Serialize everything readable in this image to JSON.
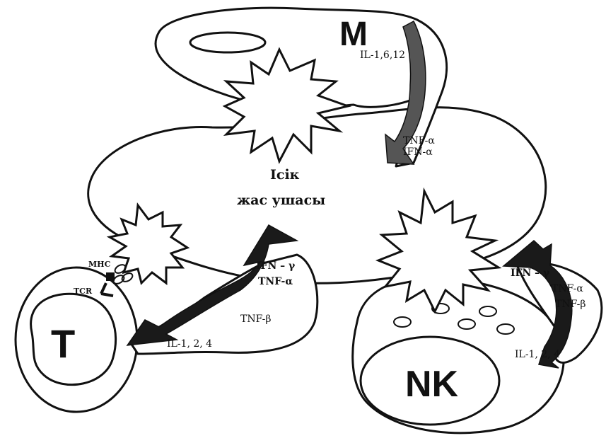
{
  "tumor_label_line1": "Ісік",
  "tumor_label_line2": "жас ушасы",
  "macrophage": {
    "letter": "M",
    "cytokines_top": "IL-1,6,12",
    "cytokines_side_1": "TNF-α",
    "cytokines_side_2": "IFN-α"
  },
  "t_cell": {
    "letter": "T",
    "mhc": "MHC",
    "tcr": "TCR",
    "cytokine_1": "IFN – γ",
    "cytokine_2": "TNF-α",
    "cytokine_3": "TNF-β",
    "cytokine_4": "IL-1, 2, 4"
  },
  "nk_cell": {
    "letter": "NK",
    "cytokine_1": "IFN – γ",
    "cytokine_2": "TNF-α",
    "cytokine_3": "TNF-β",
    "cytokine_4": "IL-1, 2, 4"
  },
  "colors": {
    "ink": "#111111",
    "arrow_dark": "#1a1a1a",
    "arrow_gray": "#555555",
    "background": "#ffffff"
  }
}
